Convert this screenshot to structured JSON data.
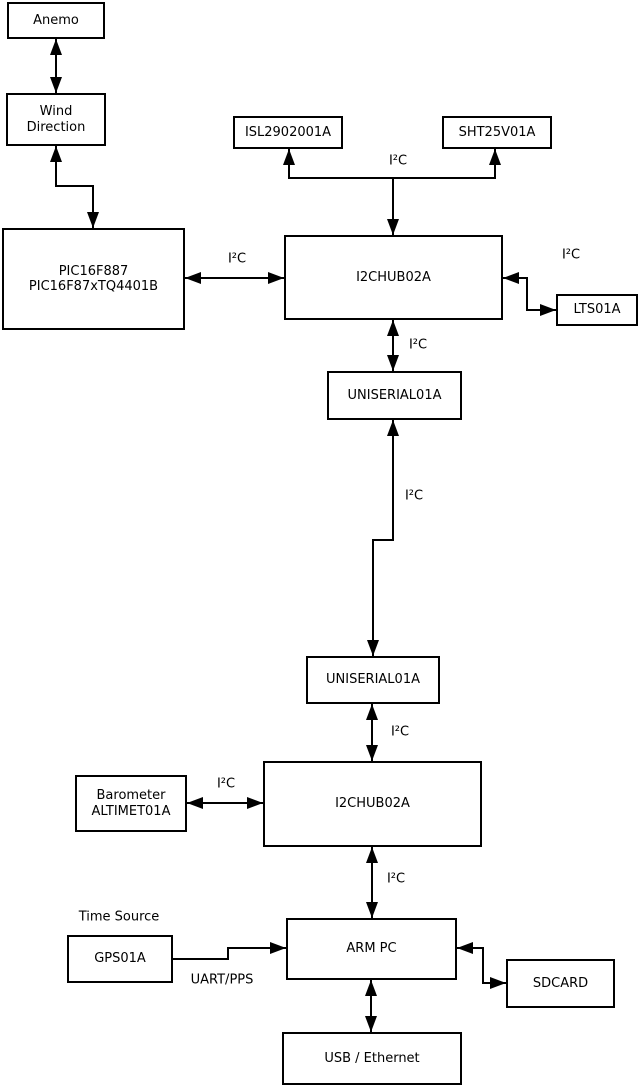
{
  "colors": {
    "background": "#ffffff",
    "line": "#000000",
    "text": "#000000"
  },
  "nodes": {
    "anemo": {
      "label": "Anemo"
    },
    "wind_direction": {
      "line1": "Wind",
      "line2": "Direction"
    },
    "pic": {
      "line1": "PIC16F887",
      "line2": "PIC16F87xTQ4401B"
    },
    "isl": {
      "label": "ISL2902001A"
    },
    "sht": {
      "label": "SHT25V01A"
    },
    "i2chub_top": {
      "label": "I2CHUB02A"
    },
    "lts": {
      "label": "LTS01A"
    },
    "uniserial_top": {
      "label": "UNISERIAL01A"
    },
    "uniserial_bottom": {
      "label": "UNISERIAL01A"
    },
    "i2chub_bottom": {
      "label": "I2CHUB02A"
    },
    "barometer": {
      "line1": "Barometer",
      "line2": "ALTIMET01A"
    },
    "gps": {
      "label": "GPS01A"
    },
    "arm_pc": {
      "label": "ARM PC"
    },
    "sdcard": {
      "label": "SDCARD"
    },
    "usb_ethernet": {
      "label": "USB / Ethernet"
    }
  },
  "wire_labels": {
    "i2c_isl_sht": "I²C",
    "i2c_pic_hub": "I²C",
    "i2c_hub_lts": "I²C",
    "i2c_hub_uniserial": "I²C",
    "i2c_uniserial_link": "I²C",
    "i2c_uniserial_hub2": "I²C",
    "i2c_barometer_hub2": "I²C",
    "i2c_hub2_armpc": "I²C",
    "time_source": "Time Source",
    "uart_pps": "UART/PPS"
  }
}
